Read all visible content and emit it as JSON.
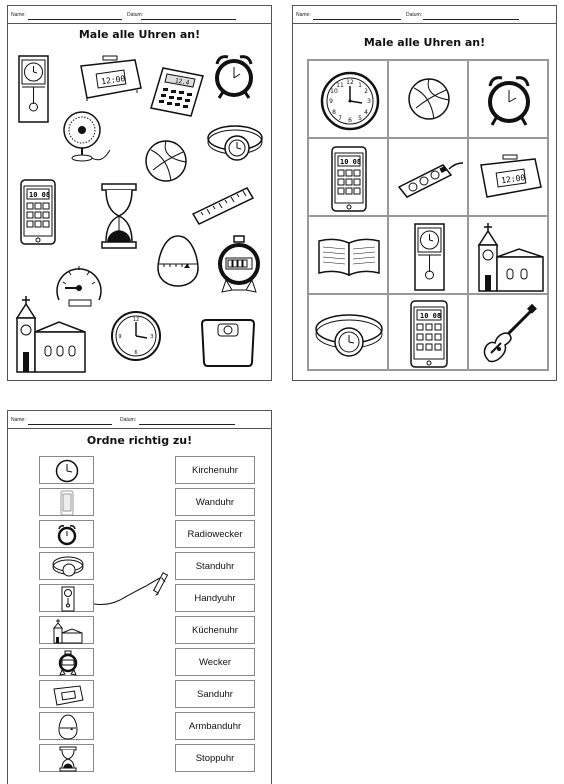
{
  "sheet1": {
    "name_label": "Name:",
    "date_label": "Datum:",
    "title": "Male alle Uhren an!",
    "items": [
      "wall-clock",
      "clock-radio",
      "calculator",
      "alarm-clock",
      "fan",
      "wristwatch",
      "ball",
      "smartphone",
      "hourglass",
      "ruler",
      "egg-timer",
      "stopwatch",
      "speedometer",
      "church",
      "wall-clock",
      "scale"
    ],
    "clock_radio_time": "12:00",
    "calculator_display": "12.4",
    "phone_time": "10 08"
  },
  "sheet2": {
    "name_label": "Name:",
    "date_label": "Datum:",
    "title": "Male alle Uhren an!",
    "grid": [
      [
        "wall-clock",
        "ball",
        "alarm-clock"
      ],
      [
        "smartphone",
        "power-strip",
        "clock-radio"
      ],
      [
        "book",
        "grandfather-clock",
        "church"
      ],
      [
        "wristwatch",
        "smartphone",
        "guitar"
      ]
    ],
    "phone_time": "10 08",
    "clock_radio_time": "12:00"
  },
  "sheet3": {
    "name_label": "Name:",
    "date_label": "Datum:",
    "title": "Ordne richtig zu!",
    "pictures": [
      "wall-clock",
      "smartphone",
      "alarm-clock",
      "wristwatch",
      "grandfather-clock",
      "church",
      "stopwatch",
      "clock-radio",
      "egg-timer",
      "hourglass"
    ],
    "words": [
      "Kirchenuhr",
      "Wanduhr",
      "Radiowecker",
      "Standuhr",
      "Handyuhr",
      "Küchenuhr",
      "Wecker",
      "Sanduhr",
      "Armbanduhr",
      "Stoppuhr"
    ]
  }
}
